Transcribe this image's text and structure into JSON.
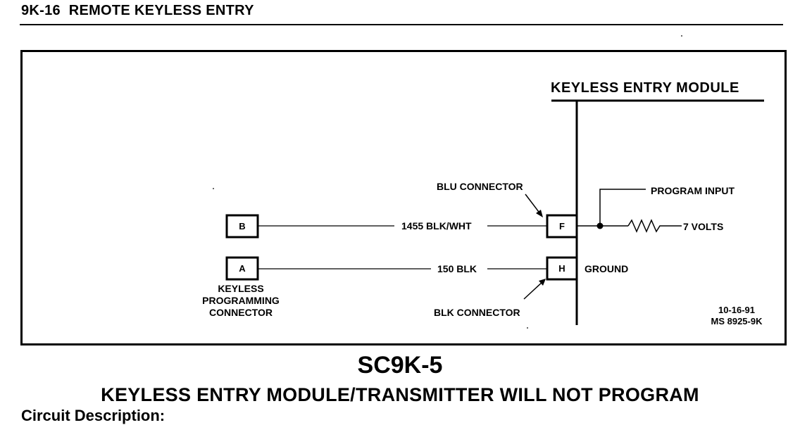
{
  "header": {
    "section": "9K-16",
    "title": "REMOTE KEYLESS ENTRY"
  },
  "diagram": {
    "module_label": "KEYLESS ENTRY MODULE",
    "left_connector": {
      "pins": [
        "B",
        "A"
      ],
      "label_lines": [
        "KEYLESS",
        "PROGRAMMING",
        "CONNECTOR"
      ]
    },
    "wires": [
      {
        "circuit": "1455 BLK/WHT"
      },
      {
        "circuit": "150 BLK"
      }
    ],
    "module_pins": [
      "F",
      "H"
    ],
    "blu_connector": "BLU CONNECTOR",
    "blk_connector": "BLK CONNECTOR",
    "program_input": "PROGRAM INPUT",
    "voltage": "7 VOLTS",
    "ground": "GROUND",
    "date": "10-16-91",
    "ms_number": "MS 8925-9K"
  },
  "chart_code": "SC9K-5",
  "chart_title": "KEYLESS ENTRY MODULE/TRANSMITTER WILL NOT PROGRAM",
  "next_heading": "Circuit Description:"
}
